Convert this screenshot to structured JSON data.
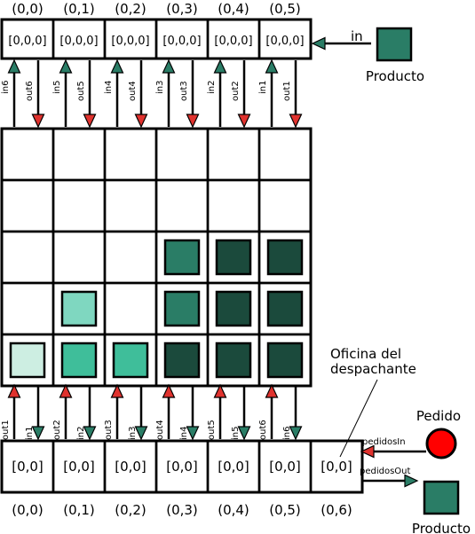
{
  "top_coords": [
    "(0,0)",
    "(0,1)",
    "(0,2)",
    "(0,3)",
    "(0,4)",
    "(0,5)"
  ],
  "top_values": [
    "[0,0,0]",
    "[0,0,0]",
    "[0,0,0]",
    "[0,0,0]",
    "[0,0,0]",
    "[0,0,0]"
  ],
  "top_ports": [
    {
      "in": "in6",
      "out": "out6"
    },
    {
      "in": "in5",
      "out": "out5"
    },
    {
      "in": "in4",
      "out": "out4"
    },
    {
      "in": "in3",
      "out": "out3"
    },
    {
      "in": "in2",
      "out": "out2"
    },
    {
      "in": "in1",
      "out": "out1"
    }
  ],
  "top_input_label": "in",
  "producto_label": "Producto",
  "bottom_coords": [
    "(0,0)",
    "(0,1)",
    "(0,2)",
    "(0,3)",
    "(0,4)",
    "(0,5)",
    "(0,6)"
  ],
  "bottom_values": [
    "[0,0]",
    "[0,0]",
    "[0,0]",
    "[0,0]",
    "[0,0]",
    "[0,0]",
    "[0,0]"
  ],
  "bottom_ports": [
    {
      "out": "out1",
      "in": "in1"
    },
    {
      "out": "out2",
      "in": "in2"
    },
    {
      "out": "out3",
      "in": "in3"
    },
    {
      "out": "out4",
      "in": "in4"
    },
    {
      "out": "out5",
      "in": "in5"
    },
    {
      "out": "out6",
      "in": "in6"
    }
  ],
  "pedidos_in_label": "pedidosIn",
  "pedidos_out_label": "pedidosOut",
  "pedido_label": "Pedido",
  "oficina_label_line1": "Oficina del",
  "oficina_label_line2": "despachante",
  "colors": {
    "c1": "#cdeee2",
    "c2": "#3fbe9a",
    "c3": "#7fd7c0",
    "c4": "#2a7d66",
    "c5": "#1b4a3c",
    "product": "#2a7d66",
    "arrow_red": "#e0322e",
    "arrow_green": "#2a7d66",
    "pedido": "#ff0000"
  },
  "storage_grid": [
    [
      "",
      "",
      "",
      "",
      "",
      ""
    ],
    [
      "",
      "",
      "",
      "",
      "",
      ""
    ],
    [
      "",
      "",
      "",
      "c4",
      "c5",
      "c5"
    ],
    [
      "",
      "c3",
      "",
      "c4",
      "c5",
      "c5"
    ],
    [
      "c1",
      "c2",
      "c2",
      "c5",
      "c5",
      "c5"
    ]
  ]
}
